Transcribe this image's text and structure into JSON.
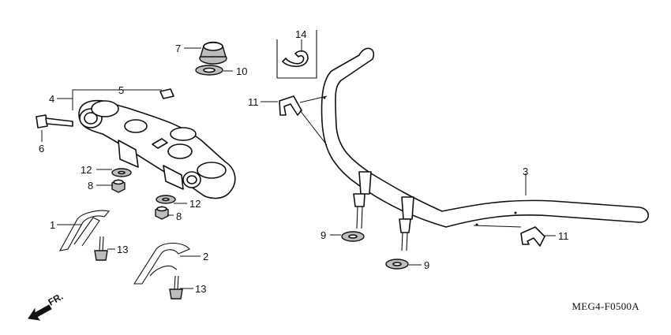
{
  "callouts": [
    {
      "id": "1",
      "text": "1"
    },
    {
      "id": "2",
      "text": "2"
    },
    {
      "id": "3",
      "text": "3"
    },
    {
      "id": "4",
      "text": "4"
    },
    {
      "id": "5",
      "text": "5"
    },
    {
      "id": "6",
      "text": "6"
    },
    {
      "id": "7",
      "text": "7"
    },
    {
      "id": "8a",
      "text": "8"
    },
    {
      "id": "8b",
      "text": "8"
    },
    {
      "id": "9a",
      "text": "9"
    },
    {
      "id": "9b",
      "text": "9"
    },
    {
      "id": "10",
      "text": "10"
    },
    {
      "id": "11a",
      "text": "11"
    },
    {
      "id": "11b",
      "text": "11"
    },
    {
      "id": "12a",
      "text": "12"
    },
    {
      "id": "12b",
      "text": "12"
    },
    {
      "id": "13a",
      "text": "13"
    },
    {
      "id": "13b",
      "text": "13"
    },
    {
      "id": "14",
      "text": "14"
    }
  ],
  "direction_label": "FR.",
  "diagram_code": "MEG4-F0500A"
}
